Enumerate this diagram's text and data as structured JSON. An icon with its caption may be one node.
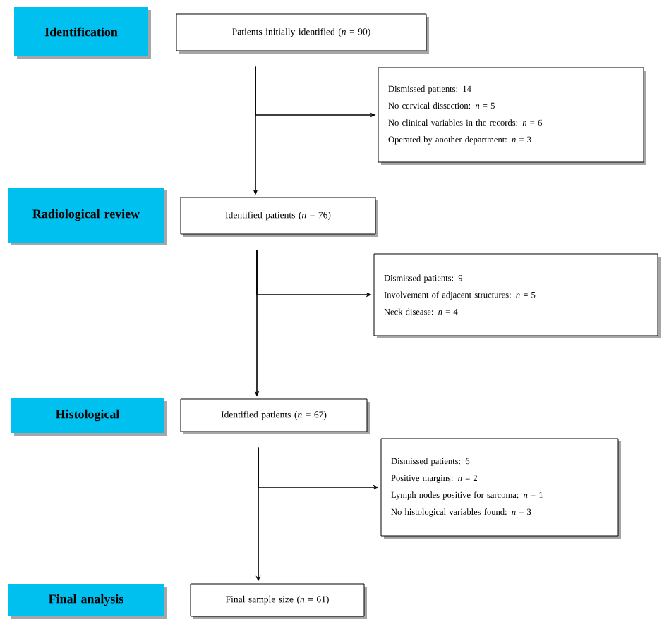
{
  "diagram": {
    "nodes": [
      {
        "text": [
          "Identification"
        ]
      },
      {
        "text": [
          "Patients initially identified (*n* = 90)"
        ]
      },
      {
        "text": [
          "Dismissed patients: 14",
          "No cervical dissection: *n* = 5",
          "No clinical variables in the records: *n* = 6",
          "Operated by another department: *n* = 3"
        ]
      },
      {
        "text": [
          "Radiological review"
        ]
      },
      {
        "text": [
          "Identified patients (*n* = 76)"
        ]
      },
      {
        "text": [
          "Dismissed patients: 9",
          "Involvement of adjacent structures: *n* = 5",
          "Neck disease: *n* = 4"
        ]
      },
      {
        "text": [
          "Histological"
        ]
      },
      {
        "text": [
          "Identified patients (*n* = 67)"
        ]
      },
      {
        "text": [
          "Dismissed patients: 6",
          "Positive margins: *n* = 2",
          "Lymph nodes positive for sarcoma: *n* = 1",
          "No histological variables found: *n* = 3"
        ]
      },
      {
        "text": [
          "Final analysis"
        ]
      },
      {
        "text": [
          "Final sample size (*n* = 61)"
        ]
      }
    ],
    "edges": [
      {
        "from": 1,
        "to": 4,
        "arrow": "to"
      },
      {
        "from": 1,
        "to": 2,
        "arrow": "to"
      },
      {
        "from": 4,
        "to": 7,
        "arrow": "to"
      },
      {
        "from": 4,
        "to": 5,
        "arrow": "to"
      },
      {
        "from": 7,
        "to": 10,
        "arrow": "to"
      },
      {
        "from": 7,
        "to": 8,
        "arrow": "to"
      }
    ]
  }
}
